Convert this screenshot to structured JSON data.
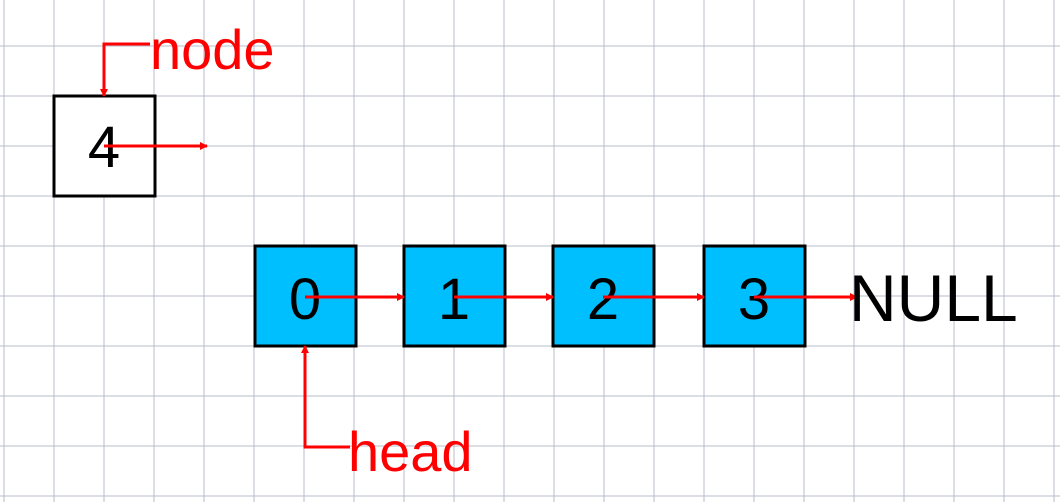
{
  "colors": {
    "background": "#ffffff",
    "grid": "#b9bccc",
    "list_node_fill": "#00bfff",
    "new_node_fill": "#ffffff",
    "outline": "#000000",
    "pointer": "#ff0000",
    "label": "#ff0000",
    "text": "#000000"
  },
  "new_node": {
    "value": "4",
    "label": "node"
  },
  "list": {
    "nodes": [
      {
        "value": "0"
      },
      {
        "value": "1"
      },
      {
        "value": "2"
      },
      {
        "value": "3"
      }
    ],
    "terminator": "NULL",
    "head_label": "head"
  }
}
